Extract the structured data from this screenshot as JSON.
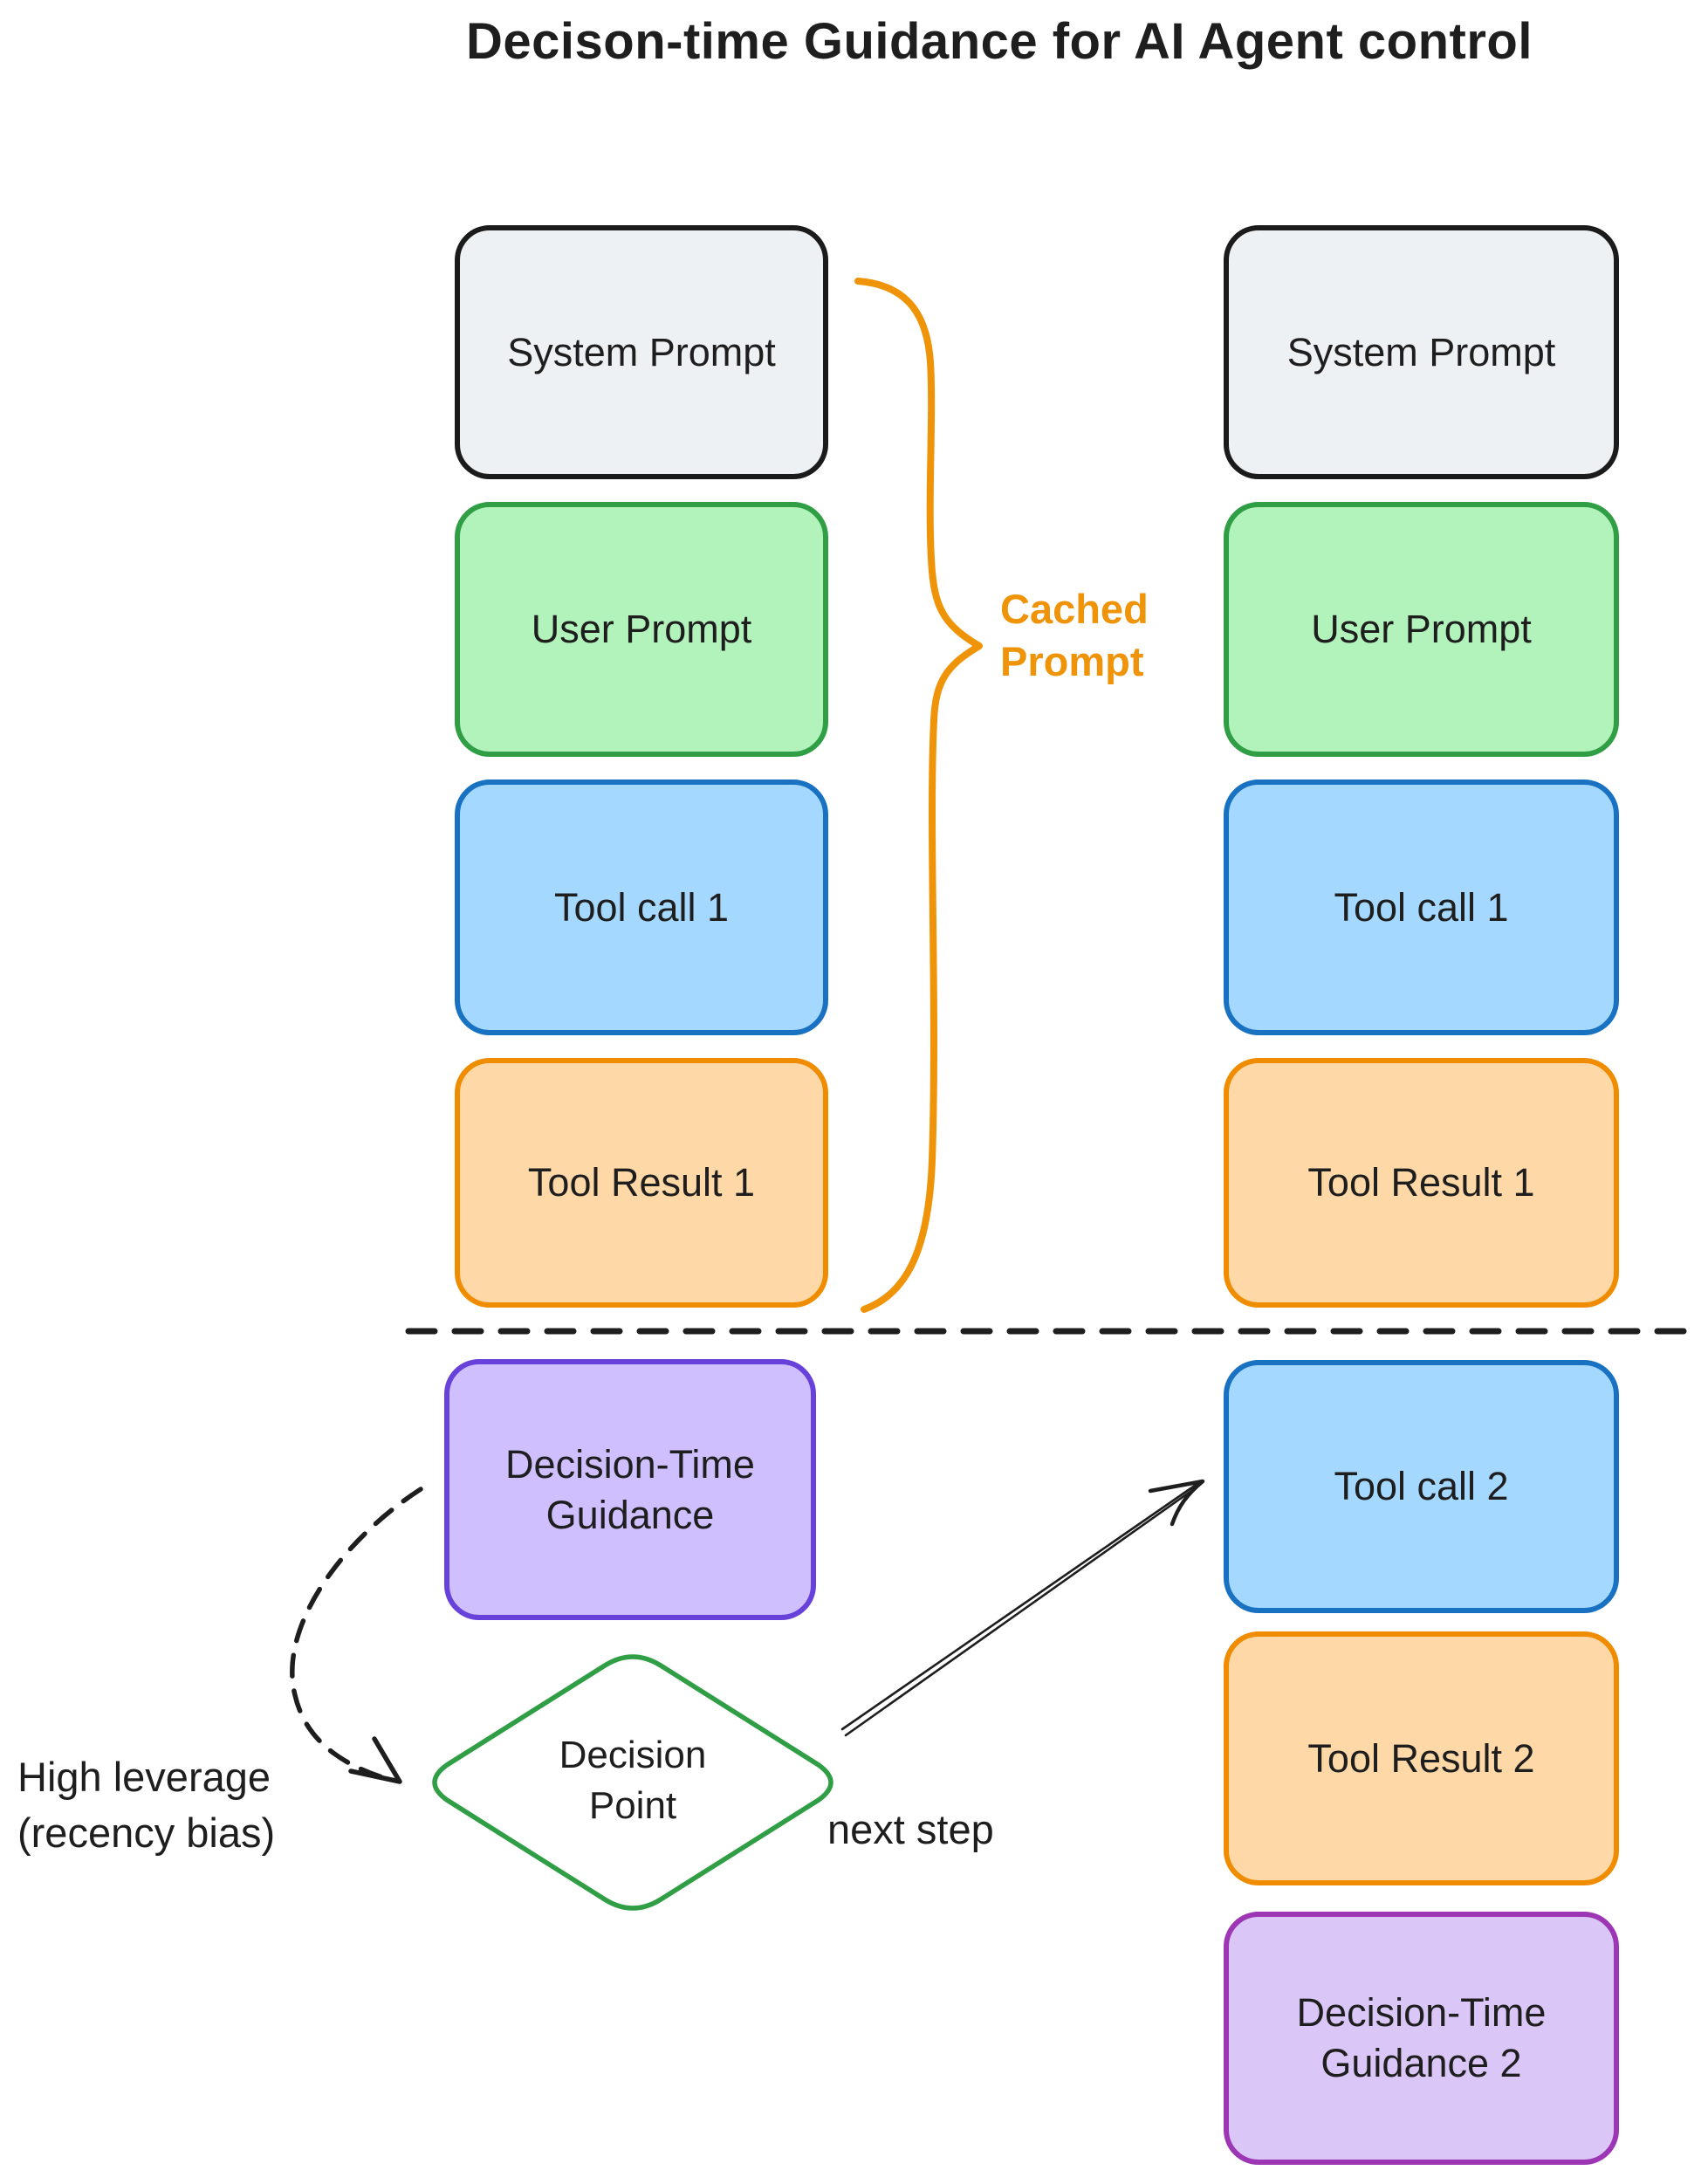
{
  "title": "Decison-time Guidance for AI Agent control",
  "palette": {
    "gray": {
      "fill": "#eef1f4",
      "border": "#1b1b1b"
    },
    "green": {
      "fill": "#b2f2bb",
      "border": "#2f9e44"
    },
    "blue": {
      "fill": "#a5d8ff",
      "border": "#1971c2"
    },
    "orange": {
      "fill": "#ffd8a8",
      "border": "#f08c00"
    },
    "violet": {
      "fill": "#d0bfff",
      "border": "#6741d9"
    },
    "magenta": {
      "fill": "#dac6f7",
      "border": "#9c36b5"
    },
    "diamond_border": "#2f9e44",
    "diamond_fill": "#ffffff",
    "brace_orange": "#ef9308",
    "ink": "#1e1e1e"
  },
  "left_column": {
    "boxes": [
      {
        "label": "System Prompt",
        "color": "gray"
      },
      {
        "label": "User Prompt",
        "color": "green"
      },
      {
        "label": "Tool call 1",
        "color": "blue"
      },
      {
        "label": "Tool Result 1",
        "color": "orange"
      },
      {
        "label": "Decision-Time Guidance",
        "color": "violet"
      }
    ]
  },
  "right_column": {
    "boxes": [
      {
        "label": "System Prompt",
        "color": "gray"
      },
      {
        "label": "User Prompt",
        "color": "green"
      },
      {
        "label": "Tool call 1",
        "color": "blue"
      },
      {
        "label": "Tool Result 1",
        "color": "orange"
      },
      {
        "label": "Tool call 2",
        "color": "blue"
      },
      {
        "label": "Tool Result 2",
        "color": "orange"
      },
      {
        "label": "Decision-Time Guidance 2",
        "color": "magenta"
      }
    ]
  },
  "diamond": {
    "line1": "Decision",
    "line2": "Point"
  },
  "annotations": {
    "cached_prompt": {
      "line1": "Cached",
      "line2": "Prompt"
    },
    "high_leverage": {
      "line1": "High leverage",
      "line2": "(recency bias)"
    },
    "next_step": "next step"
  }
}
